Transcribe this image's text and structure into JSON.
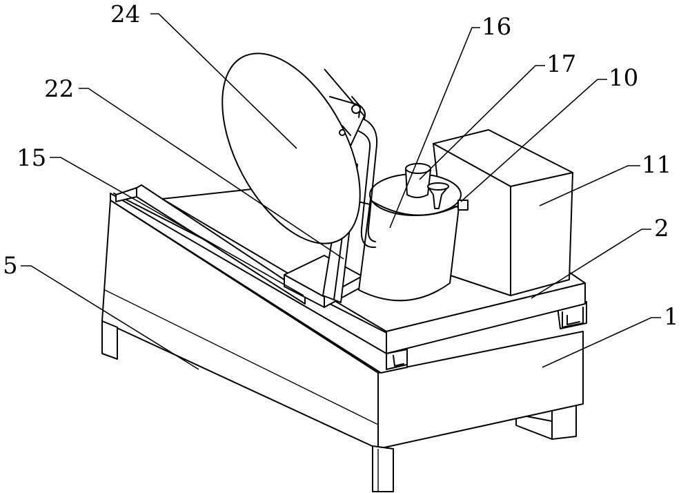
{
  "labels": {
    "l24": "24",
    "l22": "22",
    "l15": "15",
    "l5": "5",
    "l16": "16",
    "l17": "17",
    "l10": "10",
    "l11": "11",
    "l2": "2",
    "l1": "1"
  }
}
